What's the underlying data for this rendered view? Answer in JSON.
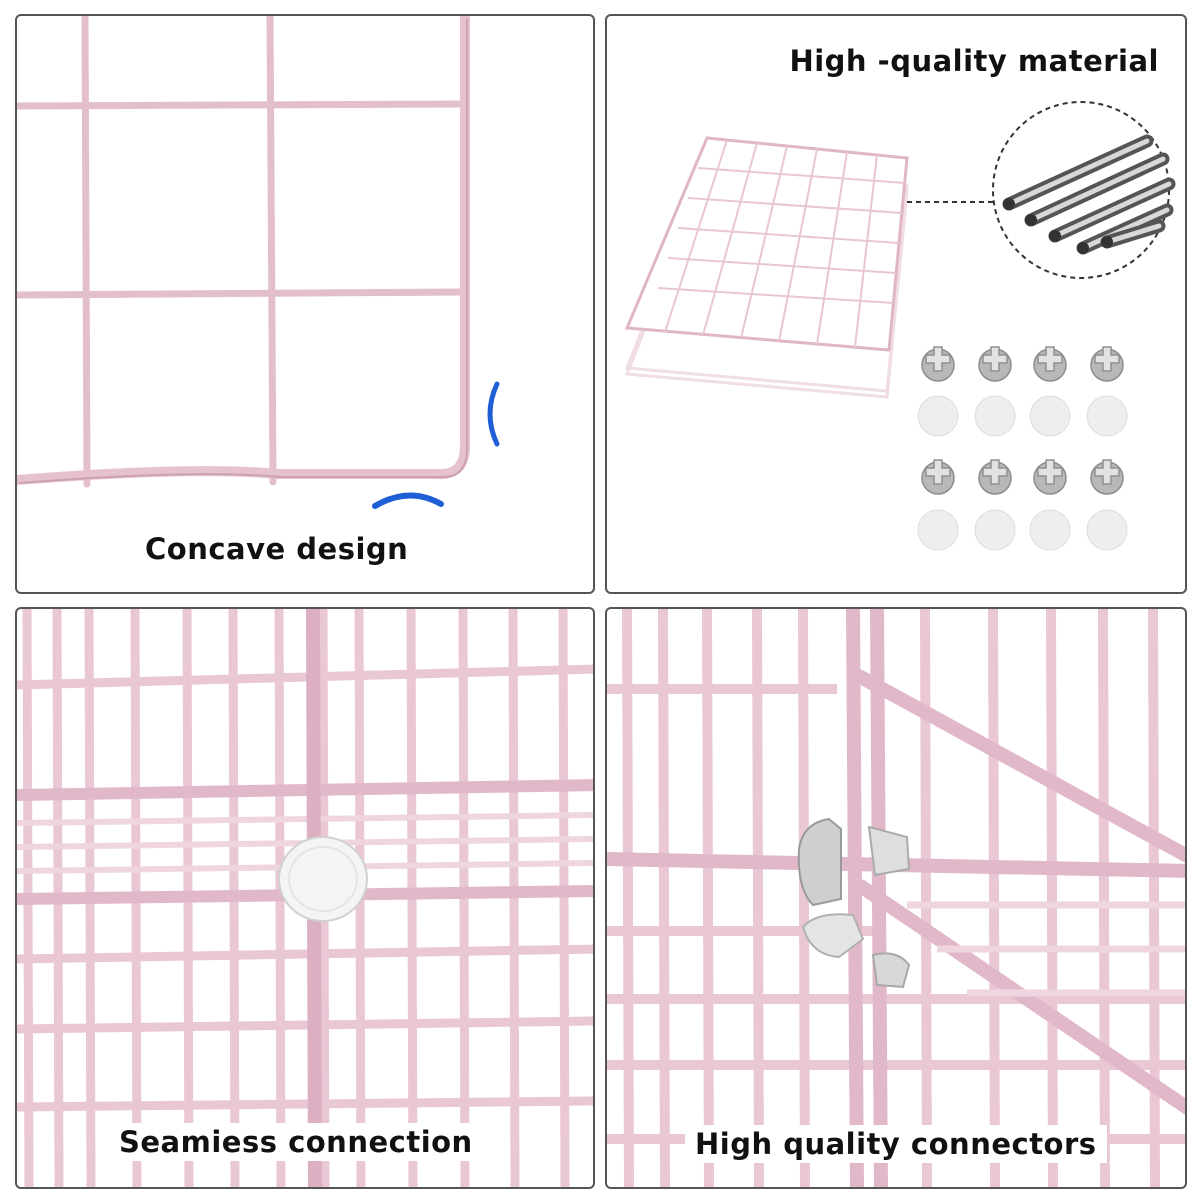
{
  "panels": [
    {
      "caption": "Concave design"
    },
    {
      "caption": "High -quality material"
    },
    {
      "caption": "Seamiess connection"
    },
    {
      "caption": "High quality connectors"
    }
  ],
  "colors": {
    "wire_pink": "#e6c2d0",
    "wire_pink_dark": "#cda0b2",
    "accent_blue": "#1e5fd6",
    "panel_border": "#555555",
    "caption_text": "#111111"
  },
  "icons": {
    "connectors": "cross-connector-icon",
    "caps": "round-cap-icon",
    "rods": "steel-rods-icon"
  }
}
